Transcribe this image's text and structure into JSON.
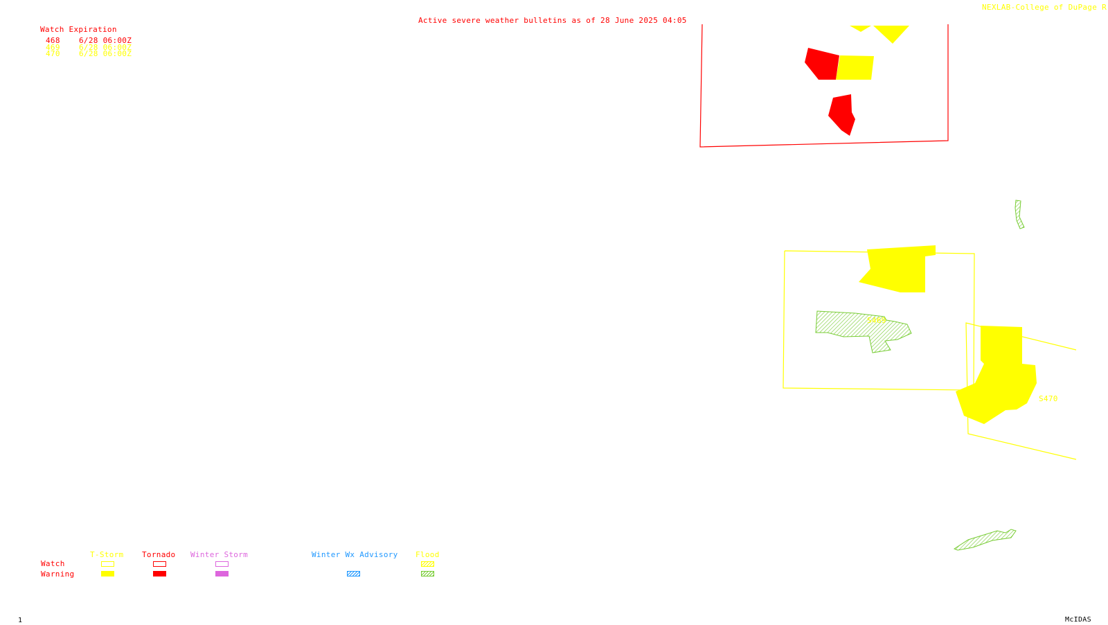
{
  "header": {
    "title": "Active severe weather bulletins as of 28 June 2025 04:05",
    "credit": "NEXLAB-College of DuPage R"
  },
  "watch_table": {
    "heading": "Watch Expiration",
    "rows": [
      {
        "number": "468",
        "expiration": "6/28 06:00Z",
        "color": "#ff0000"
      },
      {
        "number": "469",
        "expiration": "6/28 06:00Z",
        "color": "#ffff00"
      },
      {
        "number": "470",
        "expiration": "6/28 06:00Z",
        "color": "#ffff00"
      }
    ]
  },
  "map": {
    "watch_labels": [
      {
        "text": "S469",
        "color": "#ffff00"
      },
      {
        "text": "S470",
        "color": "#ffff00"
      }
    ]
  },
  "legend": {
    "row_watch": "Watch",
    "row_warning": "Warning",
    "columns": [
      {
        "label": "T-Storm",
        "color": "#ffff00",
        "watch_style": "outline",
        "warning_style": "solid"
      },
      {
        "label": "Tornado",
        "color": "#ff0000",
        "watch_style": "outline",
        "warning_style": "solid"
      },
      {
        "label": "Winter Storm",
        "color": "#dd66dd",
        "watch_style": "outline",
        "warning_style": "solid"
      },
      {
        "label": "Winter Wx Advisory",
        "color": "#2299ff",
        "watch_style": "none",
        "warning_style": "hatched"
      },
      {
        "label": "Flood",
        "color": "#ffff00",
        "warning_color": "#77cc33",
        "watch_style": "hatched",
        "warning_style": "hatched"
      }
    ]
  },
  "footer": {
    "frame": "1",
    "software": "McIDAS"
  },
  "colors": {
    "tornado": "#ff0000",
    "tstorm": "#ffff00",
    "flood": "#77cc33",
    "winter_storm": "#dd66dd",
    "winter_advisory": "#2299ff"
  }
}
